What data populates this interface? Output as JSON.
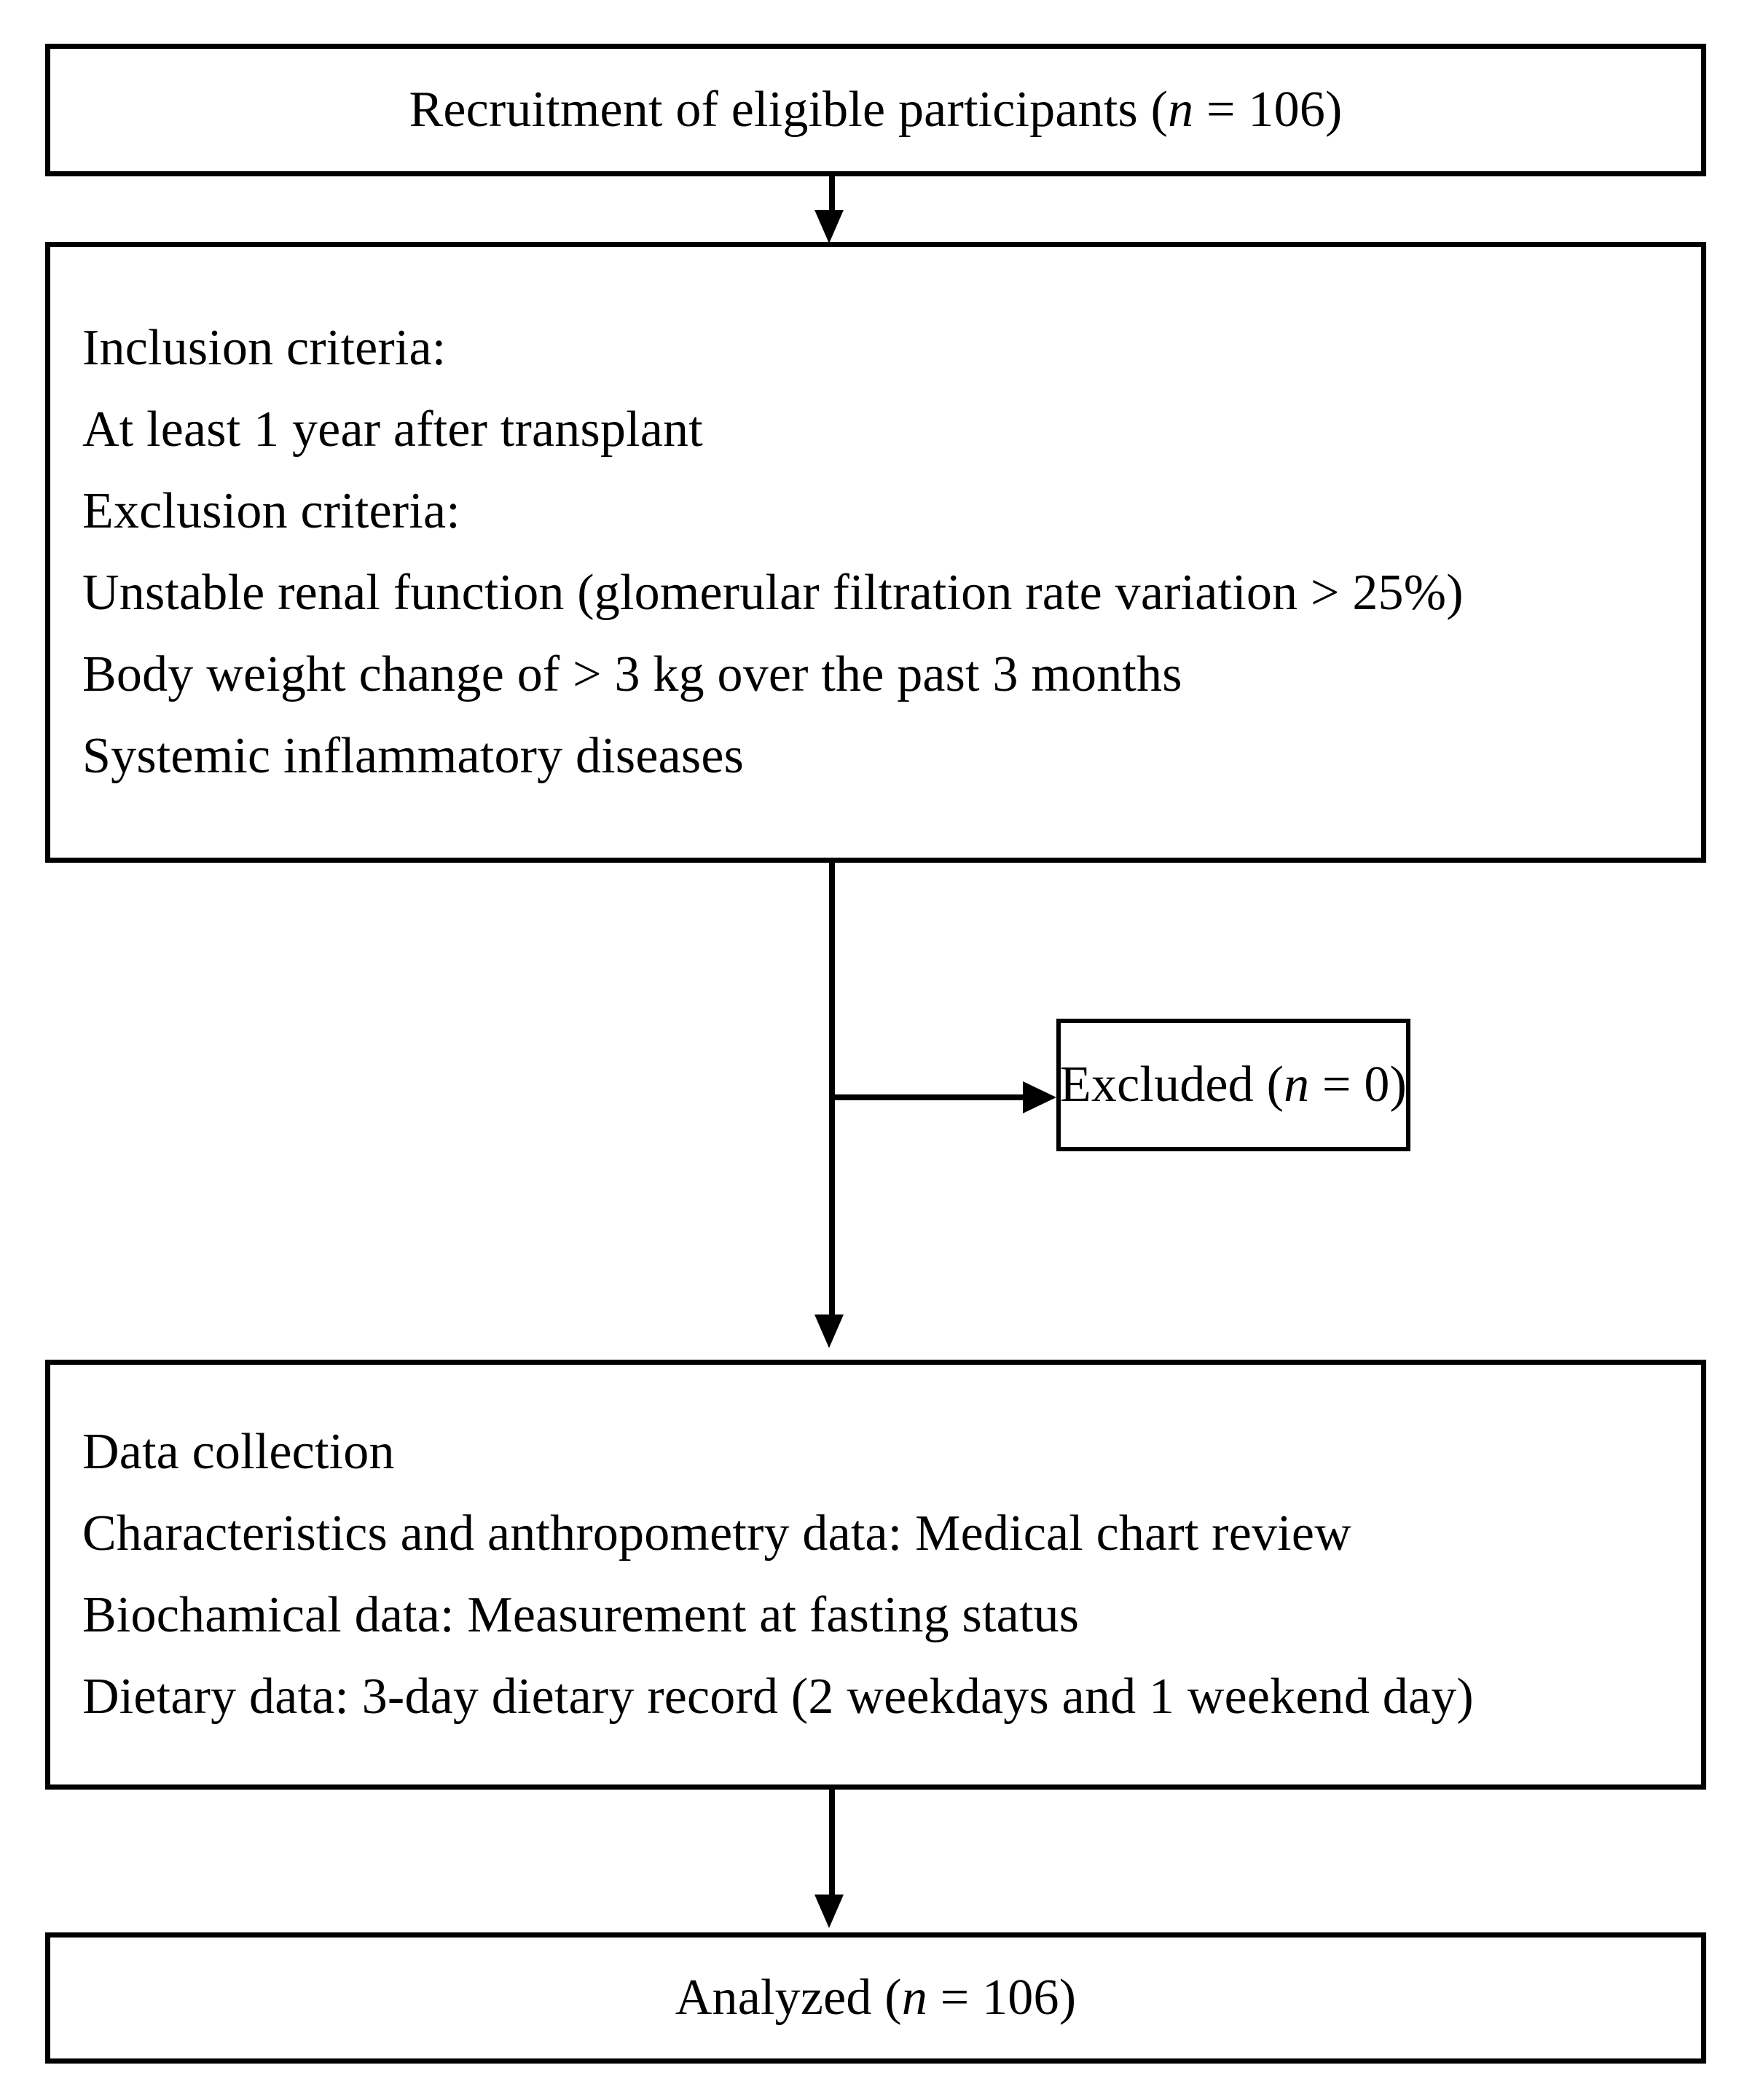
{
  "diagram": {
    "type": "study-flowchart",
    "nodes": {
      "recruitment": {
        "label": "Recruitment of eligible participants (n = 106)",
        "text_before": "Recruitment of eligible participants (",
        "italic": "n",
        "text_after": " = 106)"
      },
      "criteria": {
        "lines": [
          "Inclusion criteria:",
          "At least 1 year after transplant",
          "Exclusion criteria:",
          "Unstable renal function (glomerular filtration rate variation > 25%)",
          "Body weight change of > 3 kg over the past 3 months",
          "Systemic inflammatory diseases"
        ]
      },
      "excluded": {
        "label": "Excluded (n = 0)",
        "text_before": "Excluded (",
        "italic": "n",
        "text_after": " = 0)"
      },
      "data_collection": {
        "lines": [
          "Data collection",
          "Characteristics and anthropometry data: Medical chart review",
          "Biochamical data: Measurement at fasting status",
          "Dietary data: 3-day dietary record (2 weekdays and 1 weekend day)"
        ]
      },
      "analyzed": {
        "label": "Analyzed (n = 106)",
        "text_before": "Analyzed (",
        "italic": "n",
        "text_after": " = 106)"
      }
    },
    "colors": {
      "stroke": "#000000",
      "background": "#ffffff",
      "text": "#000000"
    }
  }
}
